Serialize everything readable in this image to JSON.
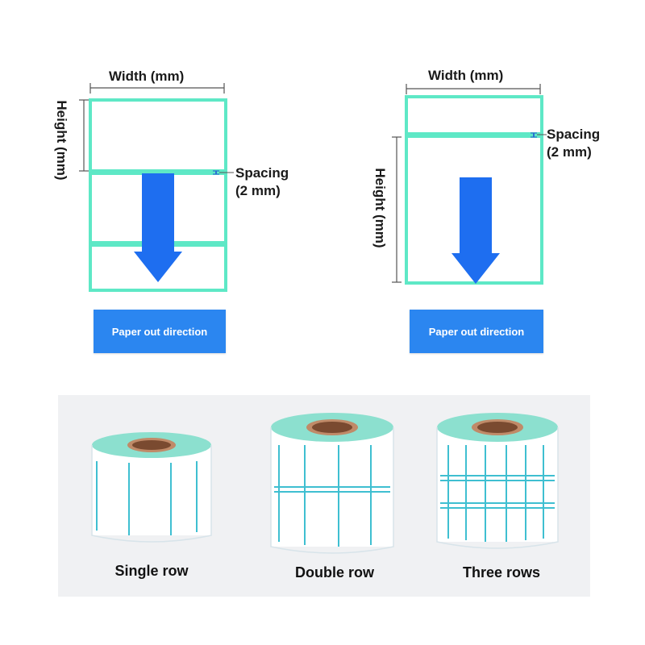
{
  "diagrams": [
    {
      "width_label": "Width (mm)",
      "height_label": "Height (mm)",
      "spacing_label_line1": "Spacing",
      "spacing_label_line2": "(2 mm)",
      "button_label": "Paper out direction"
    },
    {
      "width_label": "Width (mm)",
      "height_label": "Height (mm)",
      "spacing_label_line1": "Spacing",
      "spacing_label_line2": "(2 mm)",
      "button_label": "Paper out direction"
    }
  ],
  "rolls": [
    {
      "caption": "Single row"
    },
    {
      "caption": "Double row"
    },
    {
      "caption": "Three rows"
    }
  ],
  "colors": {
    "label_border": "#5ee8c6",
    "arrow_blue": "#1e6ef0",
    "button_blue": "#2b86f0",
    "panel_bg": "#f0f1f3",
    "core_brown": "#c08a68"
  }
}
